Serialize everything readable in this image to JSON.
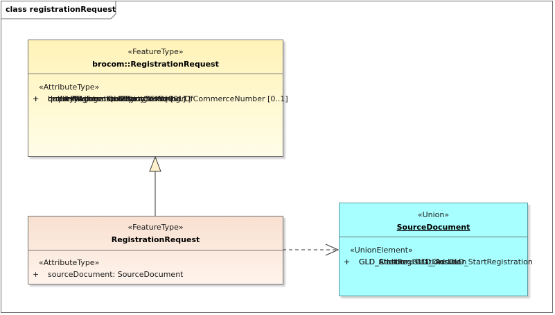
{
  "frame": {
    "label": "class registrationRequest"
  },
  "classes": {
    "brocom": {
      "stereotype": "«FeatureType»",
      "name": "brocom::RegistrationRequest",
      "section": "«AttributeType»",
      "attributes": [
        {
          "vis": "+",
          "text": "requestReference: CharacterString"
        },
        {
          "vis": "+",
          "text": "deliveryAccountableParty: ChamberOfCommerceNumber [0..1]"
        },
        {
          "vis": "+",
          "text": "broId: RegistrationObjectCode [0..1]"
        },
        {
          "vis": "+",
          "text": "qualityRegime: Qualityregime"
        },
        {
          "vis": "+",
          "text": "underPrivilege: IndicationYesNo [0..1]"
        }
      ]
    },
    "registration": {
      "stereotype": "«FeatureType»",
      "name": "RegistrationRequest",
      "section": "«AttributeType»",
      "attributes": [
        {
          "vis": "+",
          "text": "sourceDocument: SourceDocument"
        }
      ]
    },
    "source": {
      "stereotype": "«Union»",
      "name": "SourceDocument",
      "section": "«UnionElement»",
      "attributes": [
        {
          "vis": "+",
          "text": "GLD_StartRegistration: GLD_StartRegistration"
        },
        {
          "vis": "+",
          "text": "GLD_Addition: GLD_Addition"
        },
        {
          "vis": "+",
          "text": "GLD_Closure: GLD_Closure"
        }
      ]
    }
  }
}
